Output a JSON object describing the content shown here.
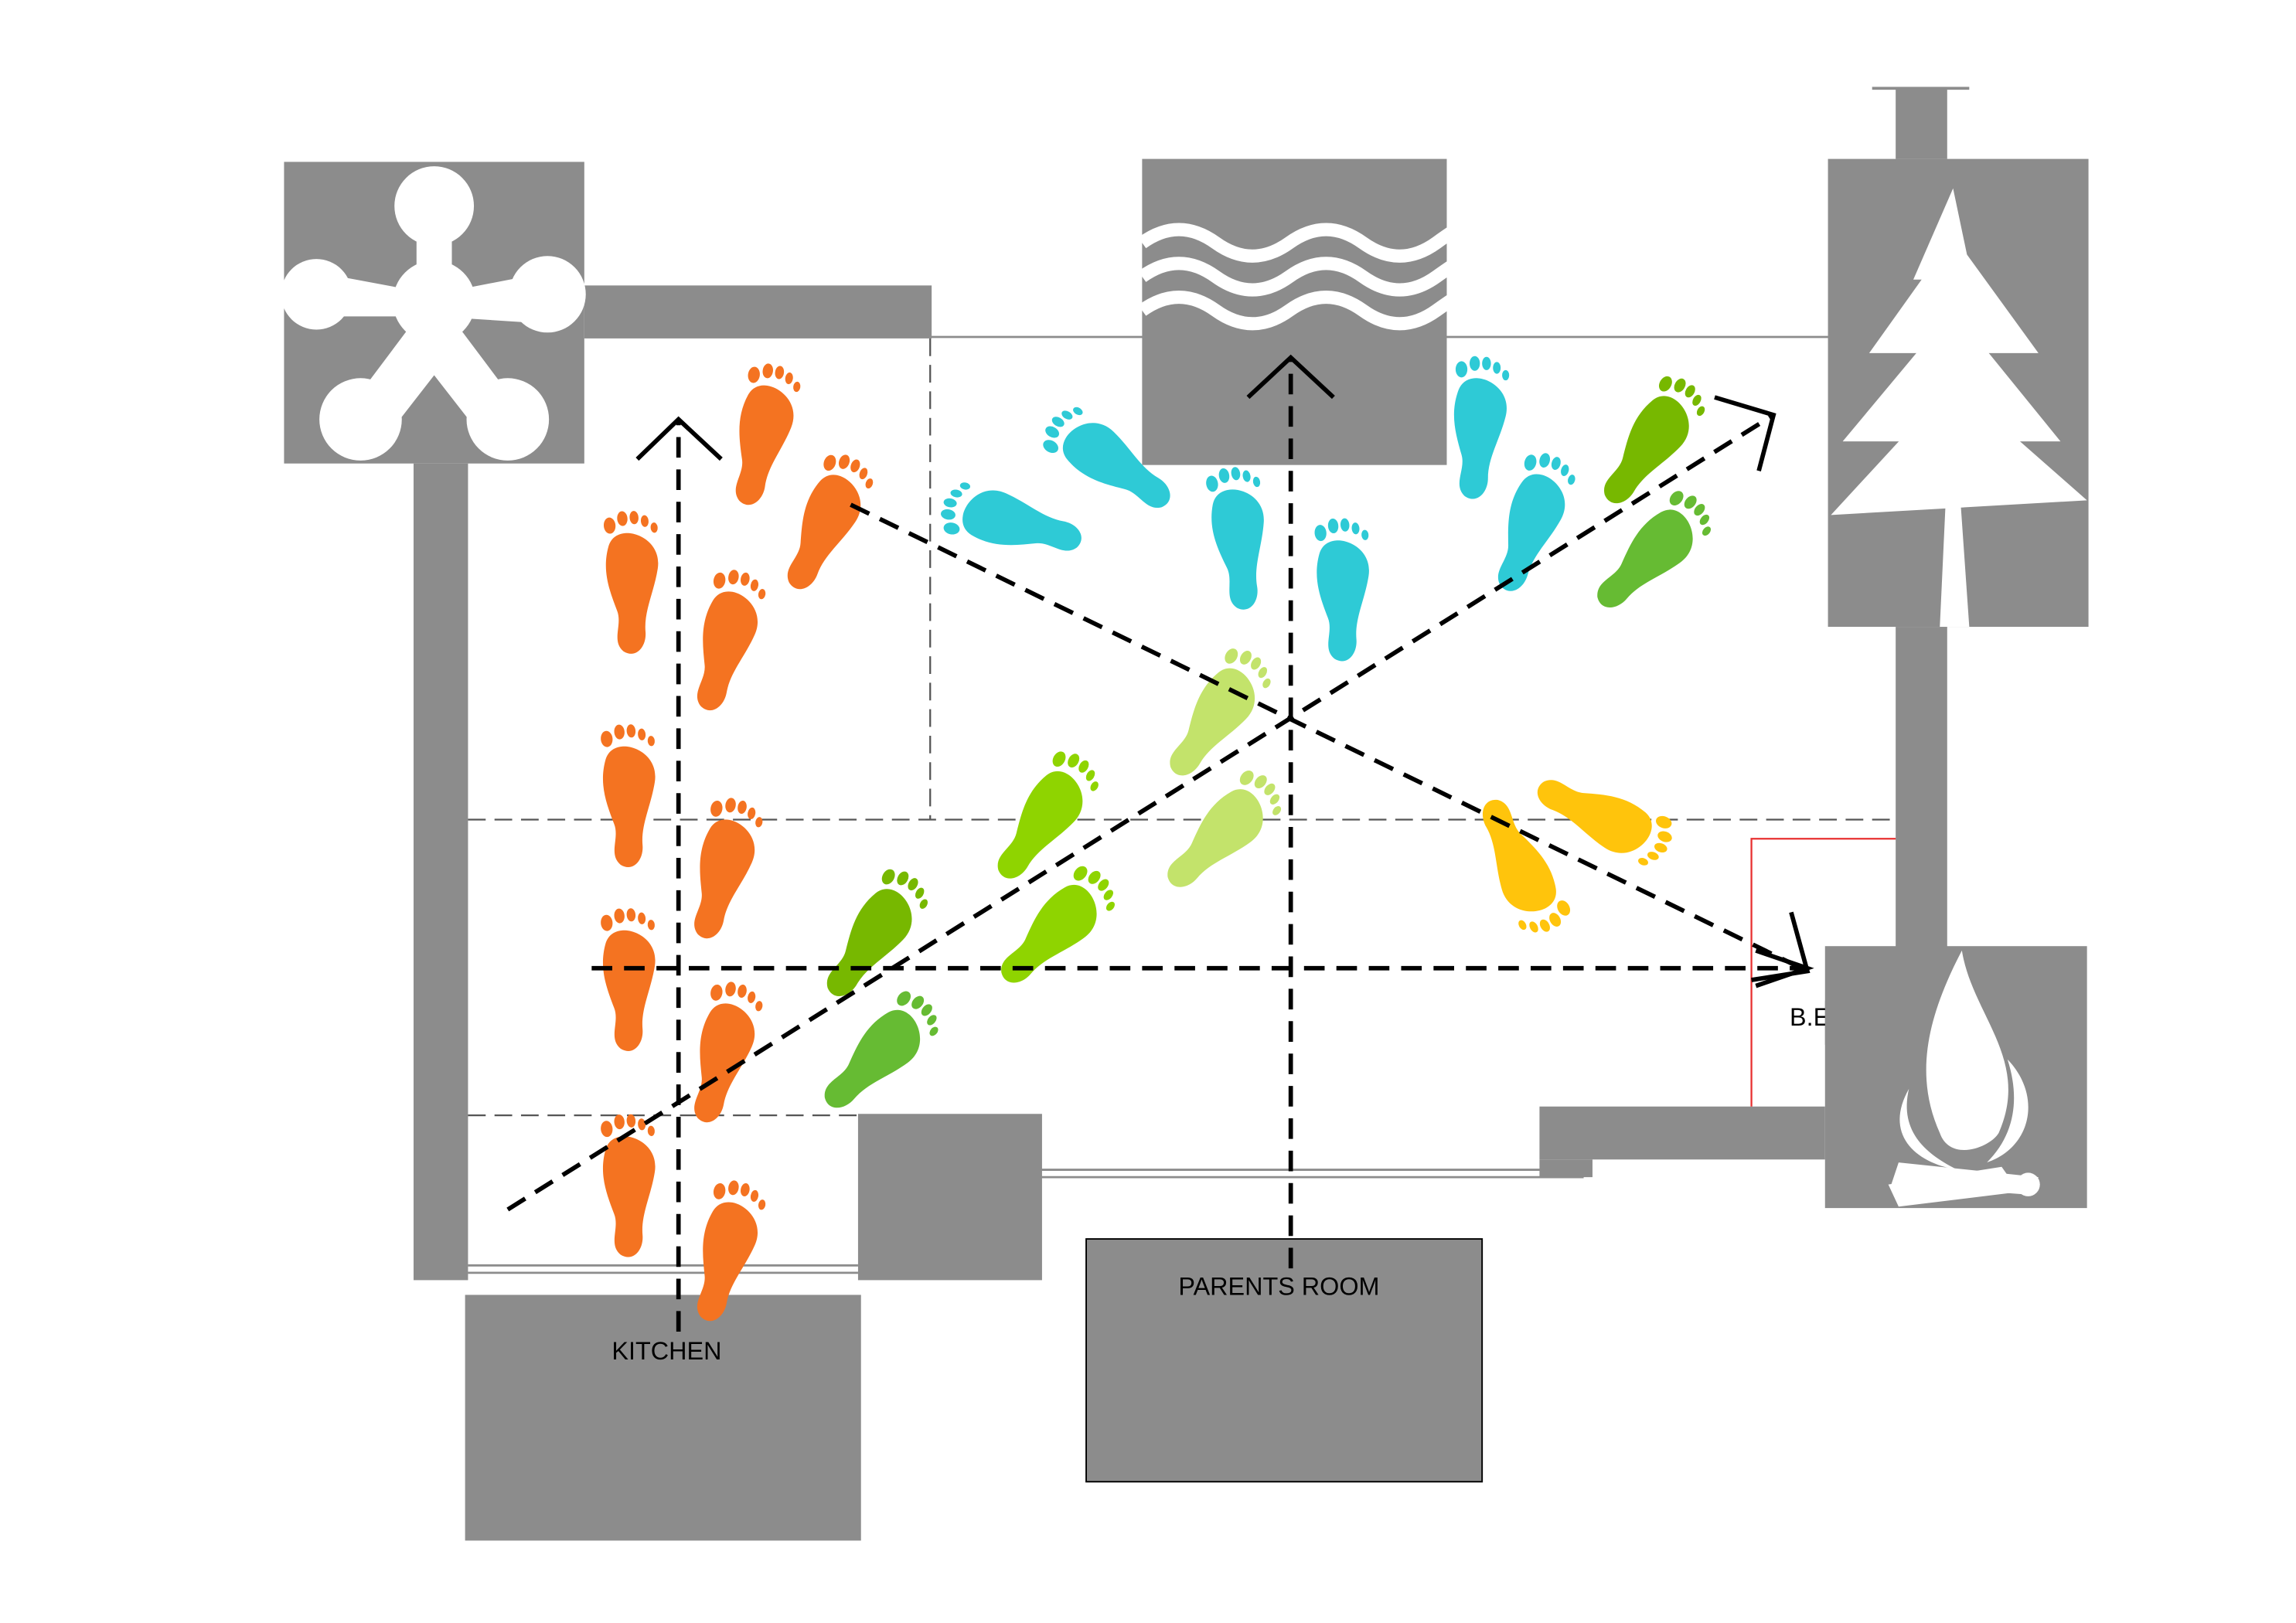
{
  "labels": {
    "kitchen": "KITCHEN",
    "parents_room": "PARENTS ROOM",
    "be": "B.E"
  },
  "icons": [
    "flower-icon",
    "water-waves-icon",
    "pine-tree-icon",
    "campfire-icon",
    "footprint-icon"
  ],
  "colors": {
    "block": "#8c8c8c",
    "orange": "#f47321",
    "cyan": "#2ecad6",
    "green_dark": "#77b800",
    "green": "#66bb33",
    "lime": "#8fd400",
    "light_green": "#c3e36b",
    "yellow": "#ffc40c",
    "red_line": "#e83030"
  }
}
